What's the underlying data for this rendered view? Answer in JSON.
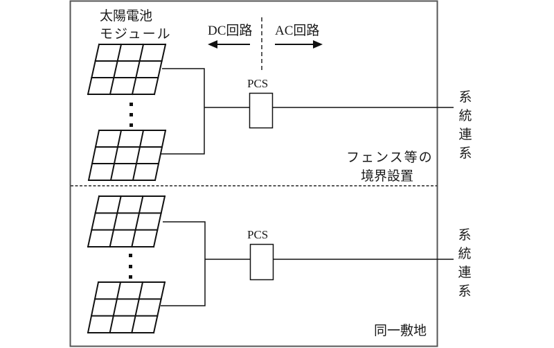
{
  "diagram": {
    "module_label_line1": "太陽電池",
    "module_label_line2": "モジュール",
    "dc_label": "DC回路",
    "ac_label": "AC回路",
    "fence_label_line1": "フェンス等の",
    "fence_label_line2": "境界設置",
    "same_site_label": "同一敷地",
    "upper_section": {
      "pcs_label": "PCS",
      "grid_label_chars": [
        "系",
        "統",
        "連",
        "系"
      ]
    },
    "lower_section": {
      "pcs_label": "PCS",
      "grid_label_chars": [
        "系",
        "統",
        "連",
        "系"
      ]
    },
    "colors": {
      "line": "#111111",
      "frame": "#555555",
      "background": "#ffffff"
    }
  }
}
